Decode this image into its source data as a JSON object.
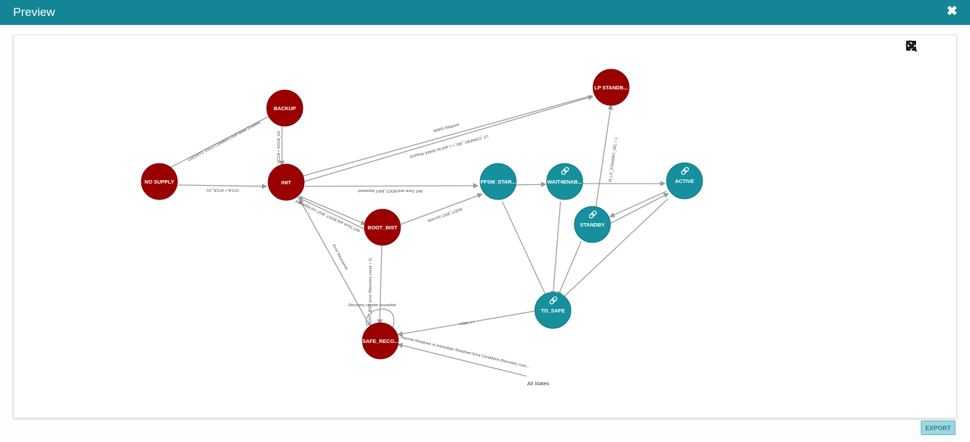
{
  "window": {
    "title": "Preview",
    "close_glyph": "✖"
  },
  "toolbar": {
    "icons": [
      "fit-screen-icon",
      "zoom-in-icon",
      "zoom-out-icon"
    ]
  },
  "export_label": "EXPORT",
  "colors": {
    "header": "#138597",
    "state_red": "#9b0000",
    "state_teal": "#16909c",
    "edge": "#9a9a9a"
  },
  "graph": {
    "nodes": [
      {
        "id": "backup",
        "label": "BACKUP",
        "kind": "red"
      },
      {
        "id": "nosupply",
        "label": "NO SUPPLY",
        "kind": "red"
      },
      {
        "id": "init",
        "label": "INIT",
        "kind": "red"
      },
      {
        "id": "lpstandby",
        "label": "LP STANDB...",
        "kind": "red"
      },
      {
        "id": "bootbist",
        "label": "BOOT_BIST",
        "kind": "red"
      },
      {
        "id": "saferec",
        "label": "SAFE_RECO...",
        "kind": "red"
      },
      {
        "id": "pfsm",
        "label": "PFSM_STAR...",
        "kind": "teal"
      },
      {
        "id": "wait4",
        "label": "WAIT4ENAB...",
        "kind": "teal",
        "icon": true
      },
      {
        "id": "active",
        "label": "ACTIVE",
        "kind": "teal",
        "icon": true
      },
      {
        "id": "standby",
        "label": "STANDBY",
        "kind": "teal",
        "icon": true
      },
      {
        "id": "tosafe",
        "label": "TO_SAFE",
        "kind": "teal",
        "icon": true
      }
    ],
    "edge_labels": {
      "backup_nosupply": "LDOVRTC OVLO Condition (Self Mode Enabled",
      "backup_init": "VCCA > VCCA_UV",
      "nosupply_init": "VCCA > VCCA_UV",
      "lp_init": "WAKE Request",
      "init_lp": "LP_STANDBY_SEL = 1 and No WAKE Request",
      "init_pfsm": "INIT Done and BOOT_BIST bypassed",
      "init_boot": "INIT Done and BOOT_BIST not bypassed",
      "boot_pfsm": "BOOT_BIST success",
      "saferec_init": "Error Recovered",
      "boot_saferec": "BOOT_BIST error (Recovery count + 1)",
      "saferec_self": "Recovery counter exceeded",
      "standby_lp": "M_LP_STANDBY_SEL = 1",
      "tosafe_saferec": "I = HIGH",
      "all_saferec": "Thermal Shutdown or Immediate Shutdown Error Conditions (Recovery coun..."
    },
    "all_states_label": "All States"
  }
}
